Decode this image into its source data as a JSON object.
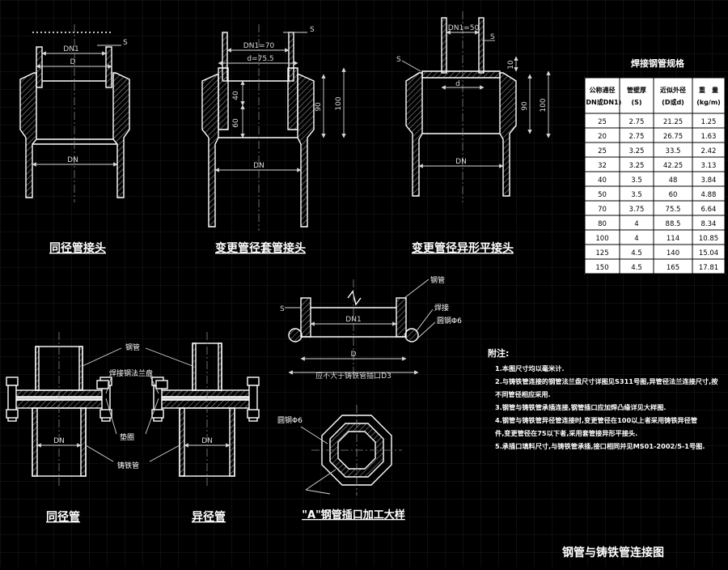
{
  "colors": {
    "background": "#000000",
    "grid": "#1b1b1b",
    "line": "#ffffff",
    "hatch": "#b0b0b0",
    "dim": "#d8d8d8",
    "table": "#ffffff",
    "table_text": "#000000"
  },
  "titles": {
    "same_diameter_joint": "同径管接头",
    "reducer_sleeve_joint": "变更管径套管接头",
    "reducer_special_joint": "变更管径异形平接头",
    "same_diameter_pipe": "同径管",
    "different_diameter_pipe": "异径管",
    "detail_a": "\"A\"钢管插口加工大样",
    "drawing_title": "钢管与铸铁管连接图"
  },
  "dims": {
    "dn": "DN",
    "dn1": "DN1",
    "d": "D",
    "d_small": "d",
    "s": "S",
    "dn1_70": "DN1=70",
    "d_75_5": "d=75.5",
    "dn1_50": "DN1=50",
    "d40": "40",
    "d60": "60",
    "d90": "90",
    "d100": "100",
    "d10": "10",
    "d_limit": "应不大于铸铁管插口D3"
  },
  "callouts": {
    "steel_pipe": "钢管",
    "welded_flange": "焊接钢法兰盘",
    "gasket": "垫圈",
    "cast_iron_pipe": "铸铁管",
    "weld": "焊接",
    "round_steel_phi6": "圆钢Φ6"
  },
  "table": {
    "title": "焊接钢管规格",
    "headers": [
      [
        "公称通径",
        "(DN或DN1)"
      ],
      [
        "管壁厚",
        "(S)"
      ],
      [
        "近似外径",
        "(D或d)"
      ],
      [
        "重　量",
        "(kg/m)"
      ]
    ],
    "rows": [
      [
        "25",
        "2.75",
        "21.25",
        "1.25"
      ],
      [
        "20",
        "2.75",
        "26.75",
        "1.63"
      ],
      [
        "25",
        "3.25",
        "33.5",
        "2.42"
      ],
      [
        "32",
        "3.25",
        "42.25",
        "3.13"
      ],
      [
        "40",
        "3.5",
        "48",
        "3.84"
      ],
      [
        "50",
        "3.5",
        "60",
        "4.88"
      ],
      [
        "70",
        "3.75",
        "75.5",
        "6.64"
      ],
      [
        "80",
        "4",
        "88.5",
        "8.34"
      ],
      [
        "100",
        "4",
        "114",
        "10.85"
      ],
      [
        "125",
        "4.5",
        "140",
        "15.04"
      ],
      [
        "150",
        "4.5",
        "165",
        "17.81"
      ]
    ]
  },
  "notes": {
    "heading": "附注:",
    "items": [
      "1.本图尺寸均以毫米计.",
      "2.与铸铁管连接的钢管法兰盘尺寸详图见S311号图,异管径法兰连接尺寸,按",
      "   不同管径相应采用.",
      "3.钢管与铸铁管承插连接,钢管插口应加焊凸缘详见大样图.",
      "4.钢管与铸铁管异径管连接时,变更管径在100以上者采用铸铁异径管",
      "   件,变更管径在75以下者,采用套管接异形平接头.",
      "5.承插口填料尺寸,与铸铁管承插,接口相同并见MS01-2002/5-1号图."
    ]
  }
}
